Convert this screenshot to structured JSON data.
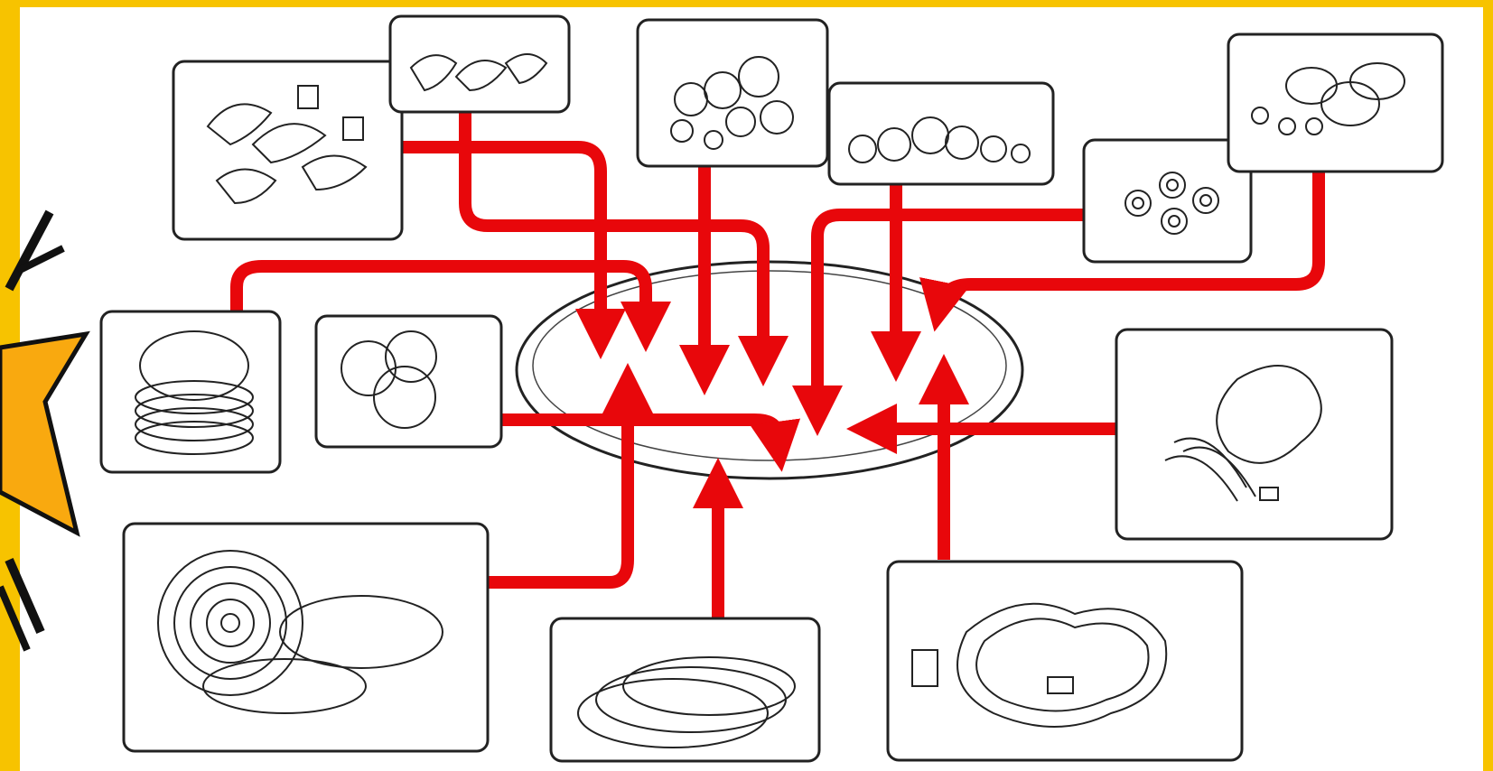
{
  "palette": {
    "frame": "#f7c300",
    "board": "#ffffff",
    "arrow": "#e8070b",
    "ink": "#222222",
    "burst": "#f9a90f"
  },
  "scene": {
    "center": {
      "name": "pizza-base",
      "icon": "pizza-crust-outline"
    },
    "ingredients": [
      {
        "name": "mushroom-slices-large",
        "icon": "mushroom-slices-icon"
      },
      {
        "name": "mushroom-slices-small",
        "icon": "mushroom-slices-icon"
      },
      {
        "name": "sausage-crumbles",
        "icon": "crumbles-icon"
      },
      {
        "name": "ground-beef-crumbles",
        "icon": "crumbles-icon"
      },
      {
        "name": "black-olive-slices",
        "icon": "olive-rings-icon"
      },
      {
        "name": "green-olives",
        "icon": "olives-icon"
      },
      {
        "name": "pepperoni-stack",
        "icon": "pepperoni-stack-icon"
      },
      {
        "name": "pepperoni-slices",
        "icon": "pepperoni-icon"
      },
      {
        "name": "onion-slices",
        "icon": "onion-rings-icon"
      },
      {
        "name": "onion-rings",
        "icon": "onion-rings-icon"
      },
      {
        "name": "green-pepper-strips",
        "icon": "pepper-strips-icon"
      },
      {
        "name": "green-pepper-rings",
        "icon": "pepper-rings-icon"
      }
    ],
    "decoration": {
      "name": "comic-burst",
      "icon": "starburst-icon"
    }
  }
}
